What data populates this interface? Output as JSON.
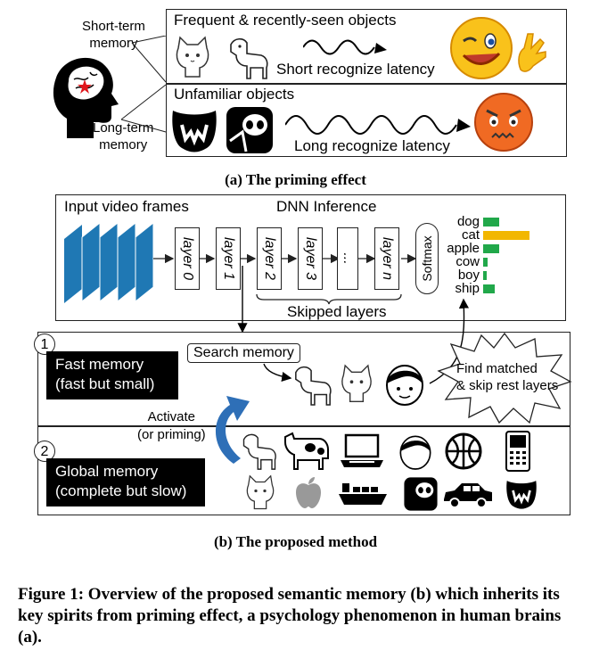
{
  "priming": {
    "short_term_label": "Short-term\nmemory",
    "long_term_label": "Long-term\nmemory",
    "frequent_label": "Frequent & recently-seen objects",
    "short_latency": "Short recognize latency",
    "unfamiliar_label": "Unfamiliar objects",
    "long_latency": "Long recognize latency",
    "caption": "(a) The priming effect"
  },
  "method": {
    "input_label": "Input video frames",
    "dnn_label": "DNN Inference",
    "layers": [
      "layer 0",
      "layer 1",
      "layer 2",
      "layer 3",
      "...",
      "layer n"
    ],
    "softmax": "Softmax",
    "skipped": "Skipped layers",
    "search_memory": "Search memory",
    "find_matched": "Find matched\n& skip rest layers",
    "fast_number": "1",
    "fast_memory": "Fast memory\n(fast but small)",
    "activate": "Activate\n(or priming)",
    "global_number": "2",
    "global_memory": "Global memory\n(complete but slow)",
    "caption": "(b) The proposed method"
  },
  "chart_data": {
    "type": "bar",
    "categories": [
      "dog",
      "cat",
      "apple",
      "cow",
      "boy",
      "ship"
    ],
    "values": [
      0.35,
      1.0,
      0.35,
      0.1,
      0.08,
      0.25
    ],
    "colors": [
      "#21a84a",
      "#f2b700",
      "#21a84a",
      "#21a84a",
      "#21a84a",
      "#21a84a"
    ]
  },
  "figure_caption": "Figure 1: Overview of the proposed semantic memory (b) which inherits its key spirits from priming effect, a psychology phenomenon in human brains (a).",
  "colors": {
    "accent_blue": "#2e6fb7",
    "frame_blue": "#1f78b4",
    "green": "#21a84a",
    "yellow": "#f2b700",
    "star": "#e0161b"
  },
  "icons": [
    "head-brain-icon",
    "cat-icon",
    "dog-icon",
    "wink-emoji-icon",
    "monster-icon",
    "sloth-icon",
    "angry-emoji-icon",
    "boy-face-icon",
    "cow-icon",
    "laptop-icon",
    "basketball-icon",
    "phone-icon",
    "apple-icon",
    "ship-icon",
    "car-icon"
  ]
}
